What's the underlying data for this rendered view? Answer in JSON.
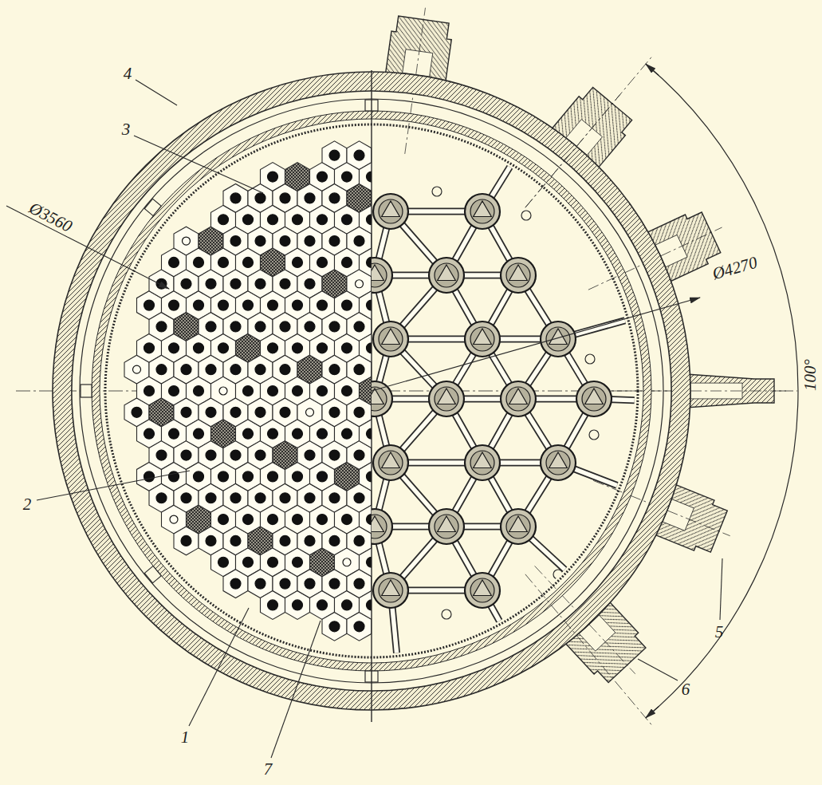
{
  "diagram": {
    "labels": [
      "4",
      "3",
      "Ø3560",
      "Ø4270",
      "100°",
      "2",
      "5",
      "6",
      "1",
      "7"
    ]
  }
}
